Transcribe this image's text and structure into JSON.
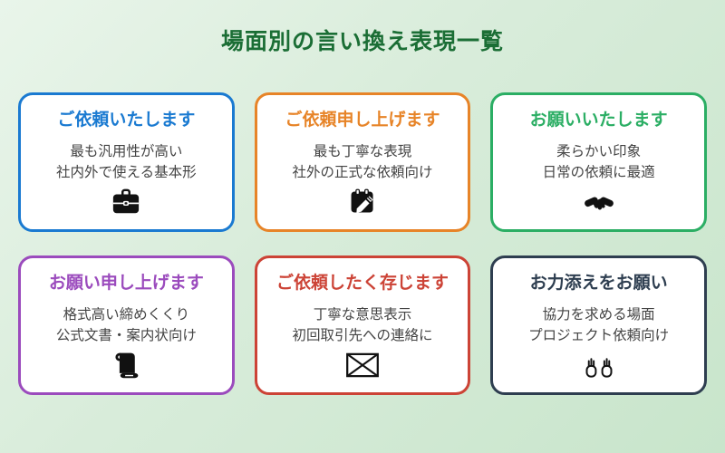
{
  "page": {
    "title": "場面別の言い換え表現一覧",
    "title_color": "#1b6e35",
    "background_gradient": [
      "#e9f5ea",
      "#c8e5cb"
    ],
    "card_background": "#ffffff",
    "description_text_color": "#444444",
    "icon_color": "#111111"
  },
  "cards": [
    {
      "title": "ご依頼いたします",
      "line1": "最も汎用性が高い",
      "line2": "社内外で使える基本形",
      "icon": "briefcase-icon",
      "color": "#1a7ad1"
    },
    {
      "title": "ご依頼申し上げます",
      "line1": "最も丁寧な表現",
      "line2": "社外の正式な依頼向け",
      "icon": "memo-pen-icon",
      "color": "#e78428"
    },
    {
      "title": "お願いいたします",
      "line1": "柔らかい印象",
      "line2": "日常の依頼に最適",
      "icon": "handshake-icon",
      "color": "#2bae64"
    },
    {
      "title": "お願い申し上げます",
      "line1": "格式高い締めくくり",
      "line2": "公式文書・案内状向け",
      "icon": "scroll-icon",
      "color": "#9b4bbd"
    },
    {
      "title": "ご依頼したく存じます",
      "line1": "丁寧な意思表示",
      "line2": "初回取引先への連絡に",
      "icon": "envelope-icon",
      "color": "#cc4336"
    },
    {
      "title": "お力添えをお願い",
      "line1": "協力を求める場面",
      "line2": "プロジェクト依頼向け",
      "icon": "raised-hands-icon",
      "color": "#2e3e50"
    }
  ]
}
